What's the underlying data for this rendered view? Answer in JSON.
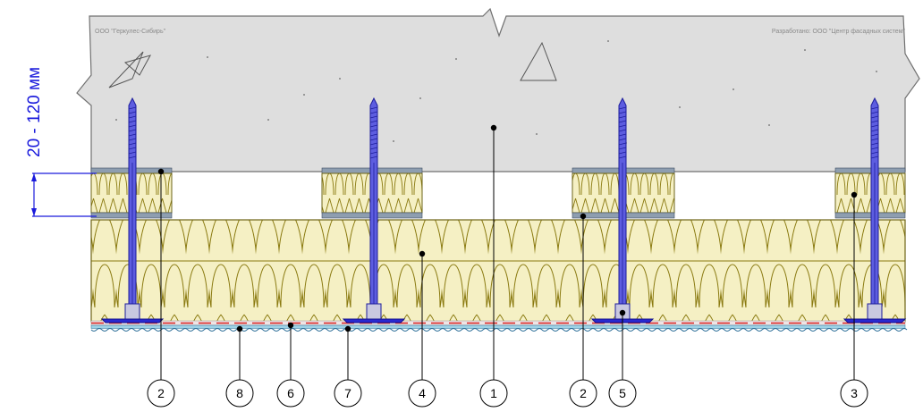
{
  "header": {
    "company_left": "ООО \"Геркулес-Сибирь\"",
    "company_right": "Разработано: ООО \"Центр фасадных систем\""
  },
  "dimension": {
    "label": "20 - 120 мм"
  },
  "callouts": [
    {
      "number": "2"
    },
    {
      "number": "8"
    },
    {
      "number": "6"
    },
    {
      "number": "7"
    },
    {
      "number": "4"
    },
    {
      "number": "1"
    },
    {
      "number": "2"
    },
    {
      "number": "5"
    },
    {
      "number": "3"
    }
  ],
  "colors": {
    "concrete": "#dedede",
    "concrete_edge": "#707070",
    "insulation_fill": "#f5f0c4",
    "insulation_stroke": "#8a7a10",
    "insulation_frame": "#6d6418",
    "anchor": "#5d5de0",
    "anchor_edge": "#1d1d9c",
    "dimension": "#1a1adc",
    "glue": "#8e9eb0",
    "membrane": "#9ed2e6",
    "membrane_edge": "#2c6e98",
    "mesh_red": "#d92020"
  }
}
